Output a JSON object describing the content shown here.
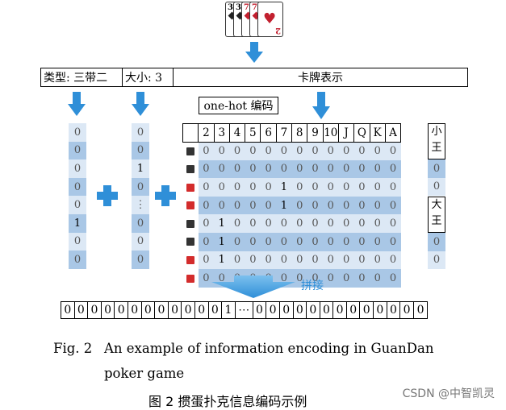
{
  "cards": [
    {
      "rank": "3",
      "color": "#222222"
    },
    {
      "rank": "3",
      "color": "#222222"
    },
    {
      "rank": "7",
      "color": "#c2202f"
    },
    {
      "rank": "7",
      "color": "#c2202f"
    },
    {
      "rank": "2",
      "color": "#c2202f"
    }
  ],
  "header": {
    "type_label": "类型: 三带二",
    "size_label": "大小: 3",
    "cards_label": "卡牌表示"
  },
  "onehot_label": "one-hot 编码",
  "type_vector": [
    "0",
    "0",
    "0",
    "0",
    "0",
    "1",
    "0",
    "0"
  ],
  "size_vector": [
    "0",
    "0",
    "1",
    "0",
    "⋮",
    "0",
    "0",
    "0"
  ],
  "table": {
    "columns": [
      "2",
      "3",
      "4",
      "5",
      "6",
      "7",
      "8",
      "9",
      "10",
      "J",
      "Q",
      "K",
      "A"
    ],
    "suit_colors": [
      "#333333",
      "#333333",
      "#d32c2c",
      "#d32c2c",
      "#333333",
      "#333333",
      "#d32c2c",
      "#d32c2c"
    ],
    "rows": [
      [
        "0",
        "0",
        "0",
        "0",
        "0",
        "0",
        "0",
        "0",
        "0",
        "0",
        "0",
        "0",
        "0"
      ],
      [
        "0",
        "0",
        "0",
        "0",
        "0",
        "0",
        "0",
        "0",
        "0",
        "0",
        "0",
        "0",
        "0"
      ],
      [
        "0",
        "0",
        "0",
        "0",
        "0",
        "1",
        "0",
        "0",
        "0",
        "0",
        "0",
        "0",
        "0"
      ],
      [
        "0",
        "0",
        "0",
        "0",
        "0",
        "1",
        "0",
        "0",
        "0",
        "0",
        "0",
        "0",
        "0"
      ],
      [
        "0",
        "1",
        "0",
        "0",
        "0",
        "0",
        "0",
        "0",
        "0",
        "0",
        "0",
        "0",
        "0"
      ],
      [
        "0",
        "1",
        "0",
        "0",
        "0",
        "0",
        "0",
        "0",
        "0",
        "0",
        "0",
        "0",
        "0"
      ],
      [
        "0",
        "1",
        "0",
        "0",
        "0",
        "0",
        "0",
        "0",
        "0",
        "0",
        "0",
        "0",
        "0"
      ],
      [
        "0",
        "0",
        "0",
        "0",
        "0",
        "0",
        "0",
        "0",
        "0",
        "0",
        "0",
        "0",
        "0"
      ]
    ]
  },
  "jokers": {
    "small_label_1": "小",
    "small_label_2": "王",
    "small_values": [
      "0",
      "0"
    ],
    "big_label_1": "大",
    "big_label_2": "王",
    "big_values": [
      "0",
      "0"
    ]
  },
  "concat_label": "拼接",
  "output_vector": [
    "0",
    "0",
    "0",
    "0",
    "0",
    "0",
    "0",
    "0",
    "0",
    "0",
    "0",
    "0",
    "1",
    "⋯",
    "0",
    "0",
    "0",
    "0",
    "0",
    "0",
    "0",
    "0",
    "0",
    "0",
    "0",
    "0",
    "0"
  ],
  "caption_en": {
    "fig": "Fig. 2",
    "line1": "An example of information encoding in GuanDan",
    "line2": "poker game"
  },
  "caption_zh": "图 2    掼蛋扑克信息编码示例",
  "watermark": "CSDN @中智凯灵",
  "colors": {
    "accent_blue": "#2f8fd8",
    "cell_light": "#dce8f5",
    "cell_dark": "#a9c7e6"
  }
}
